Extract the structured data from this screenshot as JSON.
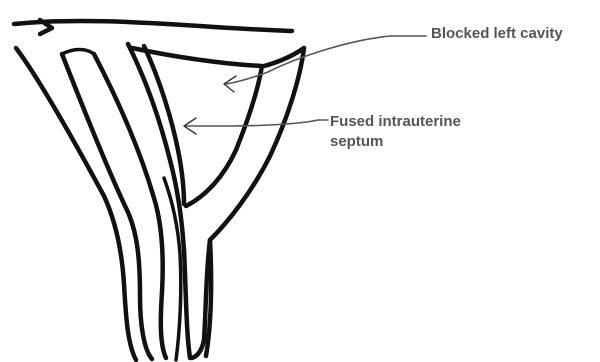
{
  "labels": {
    "blocked_left_cavity": "Blocked left cavity",
    "septum_line1": "Fused intrauterine",
    "septum_line2": "septum"
  },
  "colors": {
    "outline": "#111111",
    "leader": "#555555",
    "label_text": "#555555",
    "background": "#ffffff"
  }
}
